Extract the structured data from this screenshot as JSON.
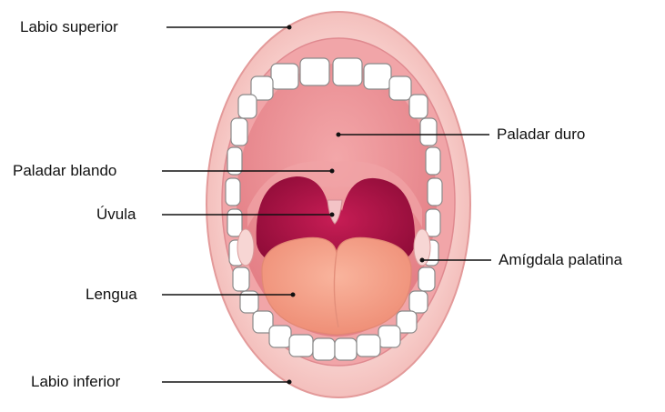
{
  "diagram": {
    "labels": {
      "upper_lip": "Labio superior",
      "hard_palate": "Paladar duro",
      "soft_palate": "Paladar blando",
      "uvula": "Úvula",
      "palatine_tonsil": "Amígdala palatina",
      "tongue": "Lengua",
      "lower_lip": "Labio inferior"
    },
    "colors": {
      "lip": "#f6c6c4",
      "lip_outline": "#e39a9a",
      "palate": "#e98a8f",
      "throat": "#b8124a",
      "tongue": "#f6a189",
      "teeth": "#ffffff",
      "leader_line": "#111111"
    }
  }
}
